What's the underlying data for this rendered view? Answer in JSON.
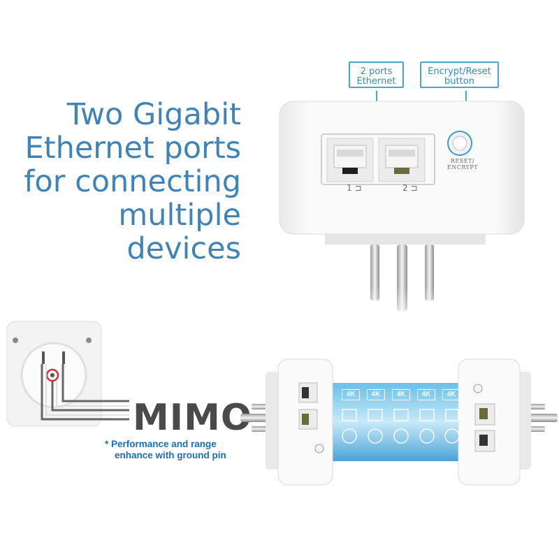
{
  "headline": [
    "Two Gigabit",
    "Ethernet ports",
    "for connecting",
    "multiple devices"
  ],
  "callouts": {
    "ports_line1": "2 ports",
    "ports_line2": "Ethernet",
    "reset_line1": "Encrypt/Reset",
    "reset_line2": "button"
  },
  "device_labels": {
    "reset_line1": "RESET/",
    "reset_line2": "ENCRYPT",
    "port1": "1",
    "port2": "2"
  },
  "mimo": {
    "title": "MIMO",
    "note_line1": "* Performance and range",
    "note_line2": "enhance with ground pin"
  },
  "stream_badges": [
    "4K",
    "4K",
    "4K",
    "4K",
    "4K"
  ],
  "colors": {
    "headline": "#3f83b9",
    "callout_border": "#4aa4c9",
    "note": "#1a6fb0",
    "mimo": "#4a4a4a",
    "ground_ring": "#d0342c",
    "stream": "#2b9fd9"
  }
}
